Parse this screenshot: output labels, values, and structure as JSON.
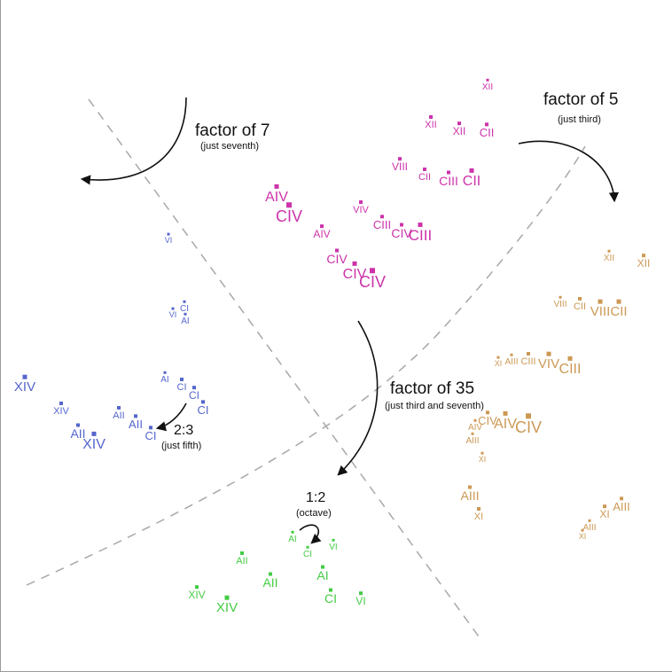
{
  "colors": {
    "purple": "#cc33aa",
    "blue": "#5566cc",
    "orange": "#cc9955",
    "green": "#44cc44",
    "arrow": "#111111",
    "divider": "#a8a8a8",
    "text": "#111111"
  },
  "annotations": {
    "factor7": {
      "title": "factor of 7",
      "subtitle": "(just seventh)"
    },
    "factor5": {
      "title": "factor of 5",
      "subtitle": "(just third)"
    },
    "factor35": {
      "title": "factor of 35",
      "subtitle": "(just third and seventh)"
    },
    "ratio23": {
      "title": "2:3",
      "subtitle": "(just fifth)"
    },
    "ratio12": {
      "title": "1:2",
      "subtitle": "(octave)"
    }
  },
  "clusters": {
    "purple": {
      "color": "purple",
      "labels": [
        "XII",
        "XII",
        "XII",
        "CII",
        "VIII",
        "CII",
        "CIII",
        "CII",
        "AIV",
        "CIV",
        "VIV",
        "AIV",
        "CIII",
        "CIV",
        "CIII",
        "CIV",
        "CIV",
        "CIV"
      ]
    },
    "blue": {
      "color": "blue",
      "labels": [
        "VI",
        "CI",
        "VI",
        "AI",
        "AI",
        "CI",
        "CI",
        "CI",
        "XIV",
        "XIV",
        "AII",
        "AII",
        "AII",
        "XIV",
        "CI"
      ]
    },
    "orange": {
      "color": "orange",
      "labels": [
        "XII",
        "XII",
        "VIII",
        "CII",
        "VIII",
        "CII",
        "XI",
        "AIII",
        "CIII",
        "VIV",
        "CIII",
        "AIV",
        "CIV",
        "AIV",
        "CIV",
        "AIII",
        "XI",
        "AIII",
        "XI",
        "XI",
        "AIII",
        "AIII",
        "XI"
      ]
    },
    "green": {
      "color": "green",
      "labels": [
        "AI",
        "CI",
        "VI",
        "AII",
        "AII",
        "AI",
        "XIV",
        "XIV",
        "CI",
        "VI"
      ]
    }
  }
}
